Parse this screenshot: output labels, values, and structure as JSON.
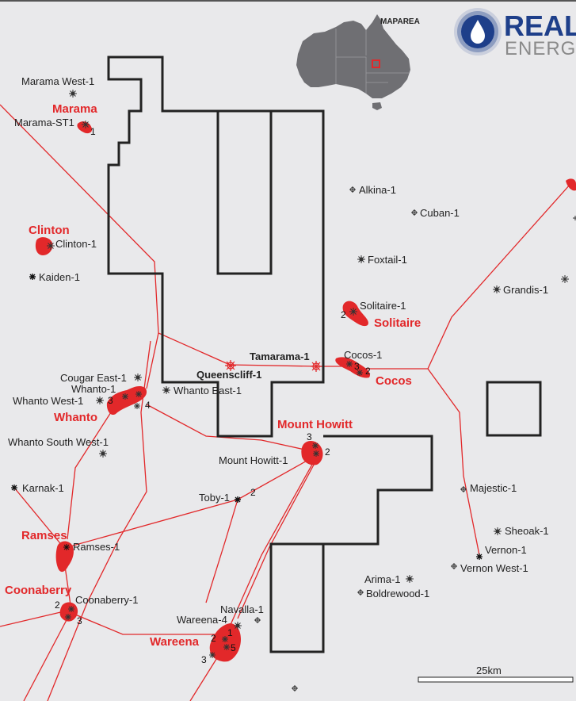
{
  "logo": {
    "word1": "REAL",
    "word2": "ENERGY"
  },
  "inset": {
    "title": "MAPAREA"
  },
  "scale_bar": {
    "label": "25km"
  },
  "fields": {
    "marama": "Marama",
    "clinton": "Clinton",
    "solitaire": "Solitaire",
    "cocos": "Cocos",
    "whanto": "Whanto",
    "mount_howitt": "Mount Howitt",
    "ramses": "Ramses",
    "coonaberry": "Coonaberry",
    "wareena": "Wareena"
  },
  "wells": {
    "marama_west_1": "Marama West-1",
    "marama_st1": "Marama-ST1",
    "clinton_1": "Clinton-1",
    "kaiden_1": "Kaiden-1",
    "alkina_1": "Alkina-1",
    "cuban_1": "Cuban-1",
    "foxtail_1": "Foxtail-1",
    "grandis_1": "Grandis-1",
    "solitaire_1": "Solitaire-1",
    "tamarama_1": "Tamarama-1",
    "queenscliff_1": "Queenscliff-1",
    "cocos_1": "Cocos-1",
    "cougar_east_1": "Cougar East-1",
    "whanto_1": "Whanto-1",
    "whanto_west_1": "Whanto West-1",
    "whanto_east_1": "Whanto East-1",
    "whanto_south_west_1": "Whanto South West-1",
    "mount_howitt_1": "Mount Howitt-1",
    "karnak_1": "Karnak-1",
    "toby_1": "Toby-1",
    "majestic_1": "Majestic-1",
    "sheoak_1": "Sheoak-1",
    "vernon_1": "Vernon-1",
    "vernon_west_1": "Vernon West-1",
    "ramses_1": "Ramses-1",
    "arima_1": "Arima-1",
    "boldrewood_1": "Boldrewood-1",
    "coonaberry_1": "Coonaberry-1",
    "navalla_1": "Navalla-1",
    "wareena_4": "Wareena-4"
  },
  "numbers": {
    "n1": "1",
    "n2": "2",
    "n3": "3",
    "n4": "4",
    "n5": "5"
  },
  "colors": {
    "field": "#e2282a",
    "pipeline": "#e2282a",
    "permit_outline": "#222222",
    "background": "#e9e9eb",
    "logo_blue": "#1e3f8a",
    "logo_grey": "#8a8a8a"
  }
}
